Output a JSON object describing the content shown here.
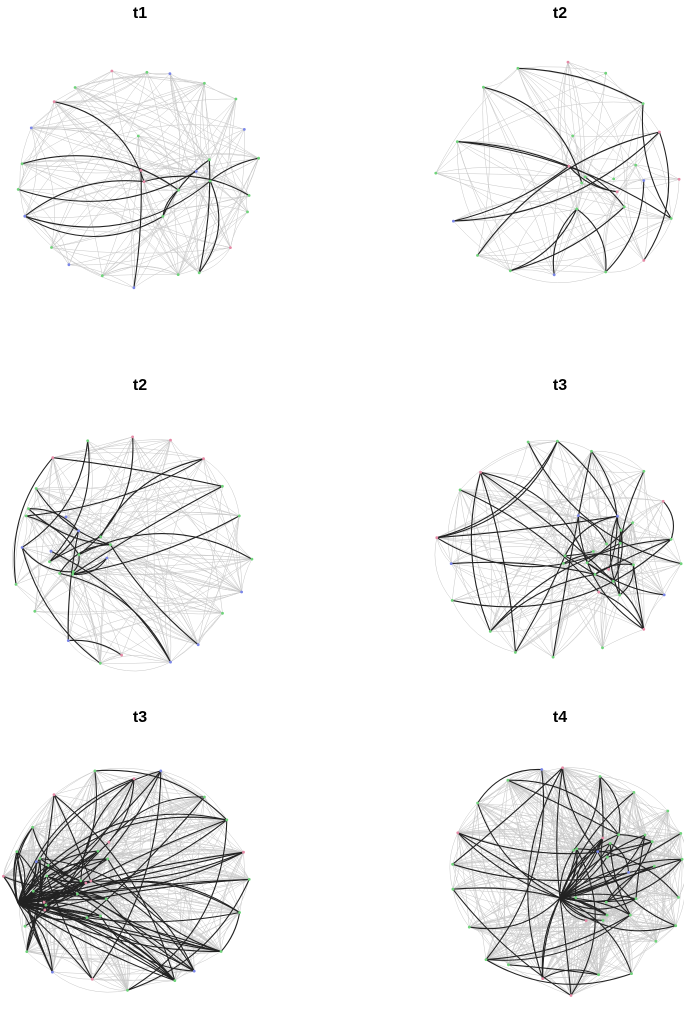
{
  "panels": [
    {
      "title": "t1",
      "bg_edge_count": 190,
      "fg_edge_count": 14,
      "seed": 11,
      "style": "ring"
    },
    {
      "title": "t2",
      "bg_edge_count": 110,
      "fg_edge_count": 18,
      "seed": 23,
      "style": "sparse"
    },
    {
      "title": "t2",
      "bg_edge_count": 200,
      "fg_edge_count": 28,
      "seed": 37,
      "style": "fan"
    },
    {
      "title": "t3",
      "bg_edge_count": 230,
      "fg_edge_count": 40,
      "seed": 51,
      "style": "cluster"
    },
    {
      "title": "t3",
      "bg_edge_count": 520,
      "fg_edge_count": 110,
      "seed": 67,
      "style": "dense"
    },
    {
      "title": "t4",
      "bg_edge_count": 600,
      "fg_edge_count": 70,
      "seed": 83,
      "style": "hub"
    }
  ],
  "colors": {
    "bg_edge": "#c8c8c8",
    "fg_edge": "#222222",
    "node_green": "#6fd37a",
    "node_pink": "#e58aa6",
    "node_blue": "#7a86e8"
  }
}
